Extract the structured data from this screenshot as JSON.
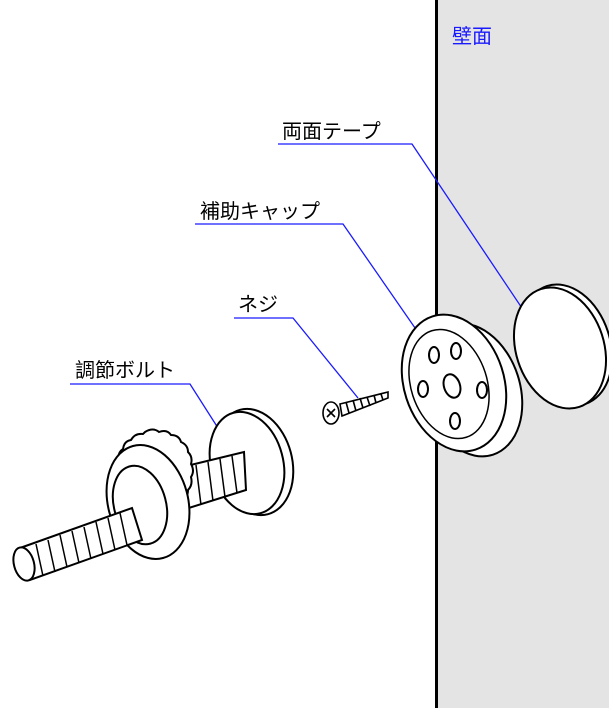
{
  "wall": {
    "label": "壁面"
  },
  "labels": {
    "double_sided_tape": "両面テープ",
    "auxiliary_cap": "補助キャップ",
    "screw": "ネジ",
    "adjusting_bolt": "調節ボルト"
  },
  "colors": {
    "leader_line": "#1a1aff",
    "wall_fill": "#e4e4e4",
    "wall_label": "#1a1aff"
  }
}
